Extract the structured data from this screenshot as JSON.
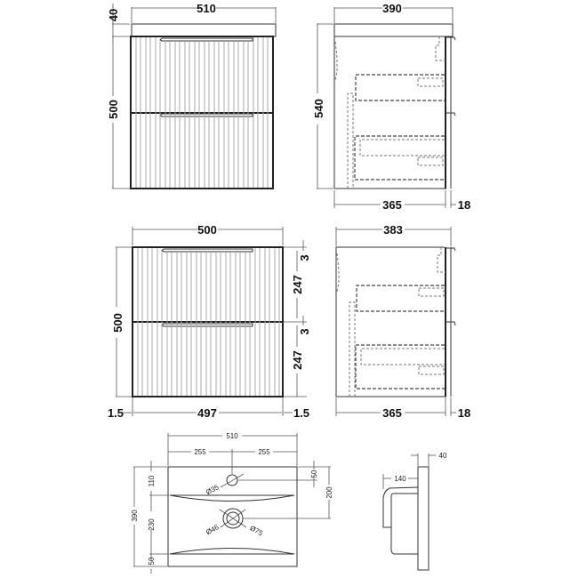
{
  "views": {
    "front_with_top": {
      "width_label": "510",
      "top_thickness_label": "40",
      "height_label": "500"
    },
    "side_with_top": {
      "depth_label": "390",
      "height_label": "540",
      "carcass_depth_label": "365",
      "door_thickness_label": "18"
    },
    "front_carcass": {
      "width_label": "500",
      "height_label": "500",
      "gap_top_label": "3",
      "drawer_top_label": "247",
      "gap_mid_label": "3",
      "drawer_bottom_label": "247",
      "left_gap_label": "1.5",
      "inner_width_label": "497",
      "right_gap_label": "1.5"
    },
    "side_carcass": {
      "depth_label": "383",
      "carcass_depth_label": "365",
      "door_thickness_label": "18"
    },
    "basin_plan": {
      "width_label": "510",
      "half_left_label": "255",
      "half_right_label": "255",
      "depth_label": "390",
      "tap_offset_label": "110",
      "bowl_label": "230",
      "front_lip_label": "50",
      "tap_to_edge_label": "50",
      "waste_to_edge_label": "200",
      "tap_hole_label": "Ø35",
      "waste_inner_label": "Ø46",
      "waste_outer_label": "Ø75"
    },
    "basin_side": {
      "thickness_label": "40",
      "bowl_depth_label": "140"
    }
  },
  "colors": {
    "line": "#333333",
    "flute": "#aaaaaa",
    "background": "#ffffff"
  }
}
